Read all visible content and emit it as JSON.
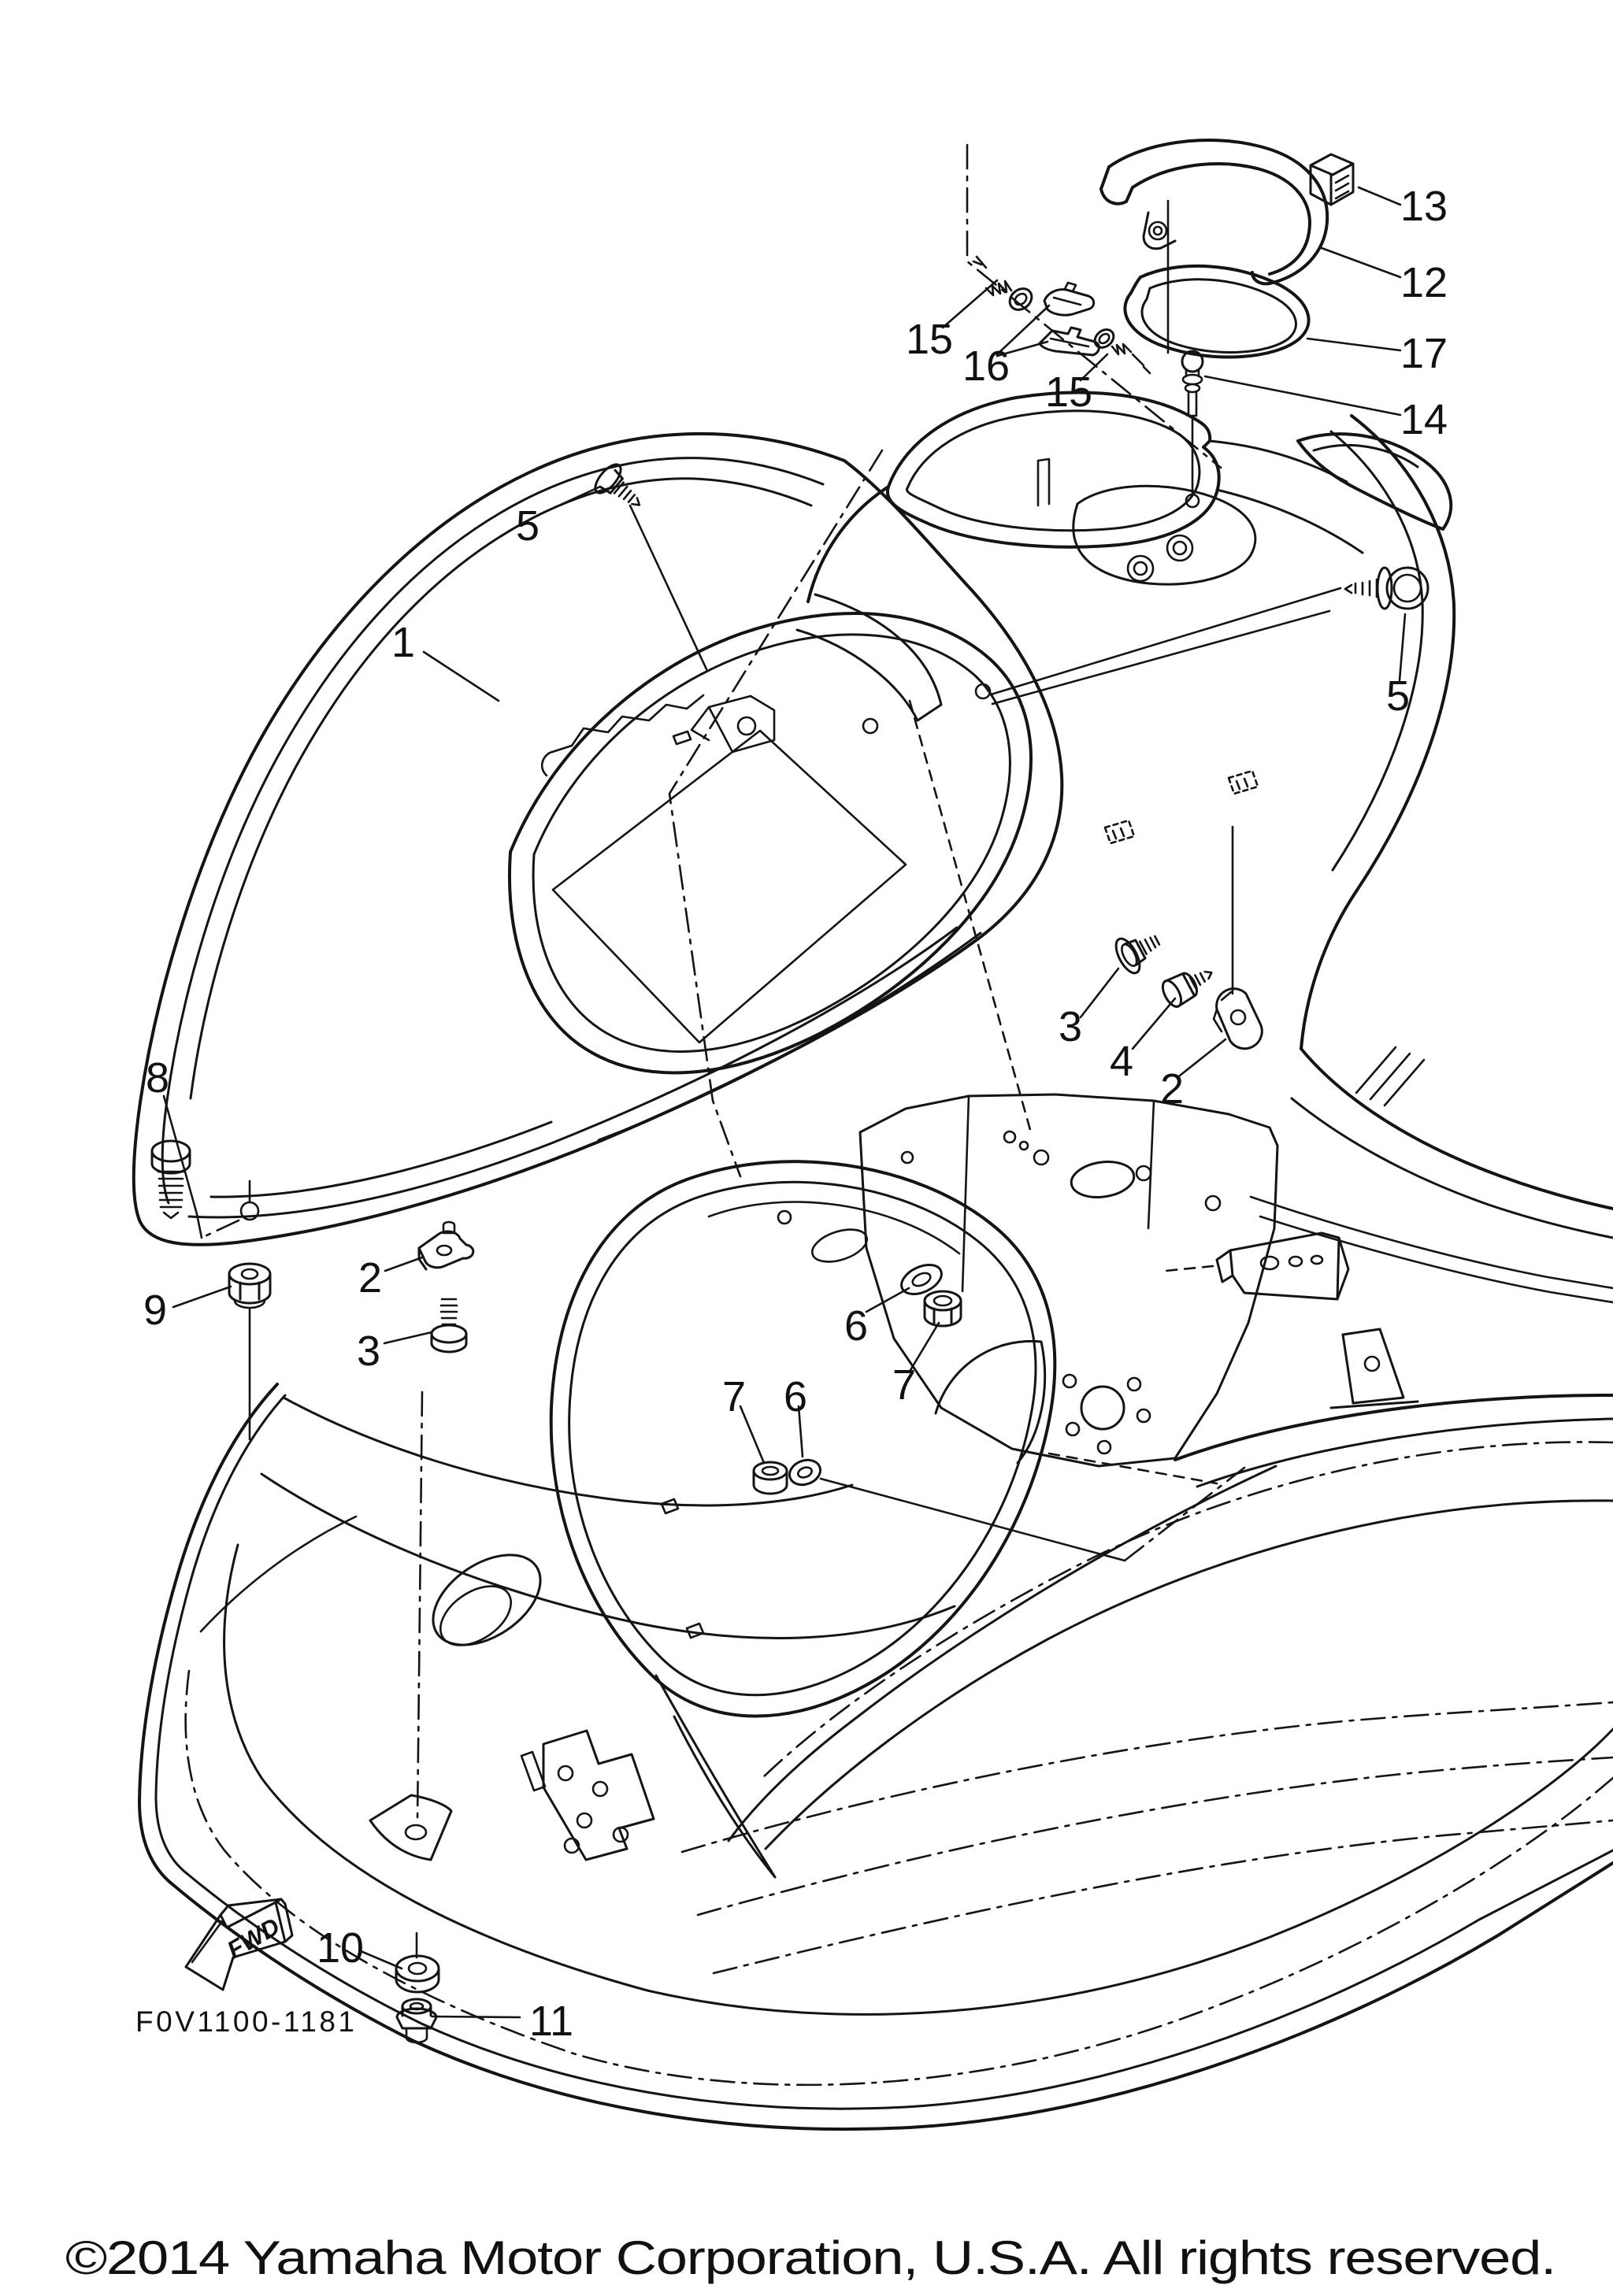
{
  "colors": {
    "line": "#141414",
    "background": "#ffffff"
  },
  "diagram": {
    "part_code": "F0V1100-1181",
    "fwd_label": "FWD",
    "copyright": "©2014 Yamaha Motor Corporation, U.S.A. All rights reserved.",
    "callouts": {
      "c1": "1",
      "c2a": "2",
      "c2b": "2",
      "c3a": "3",
      "c3b": "3",
      "c4": "4",
      "c5a": "5",
      "c5b": "5",
      "c6a": "6",
      "c6b": "6",
      "c7a": "7",
      "c7b": "7",
      "c8": "8",
      "c9": "9",
      "c10": "10",
      "c11": "11",
      "c12": "12",
      "c13": "13",
      "c14": "14",
      "c15a": "15",
      "c15b": "15",
      "c16": "16",
      "c17": "17"
    }
  }
}
